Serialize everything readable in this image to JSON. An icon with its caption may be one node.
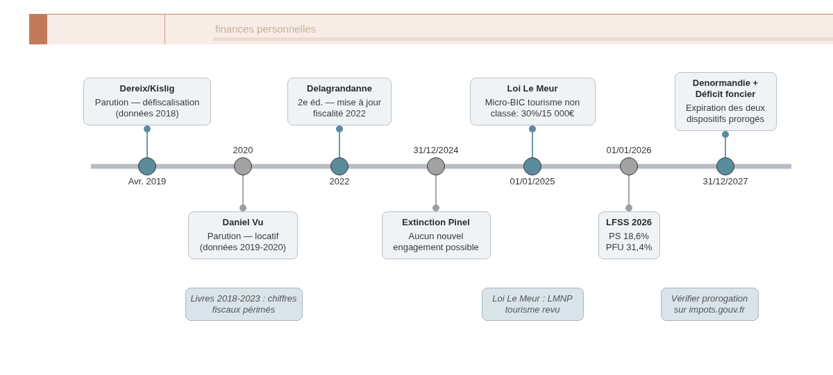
{
  "diagram": {
    "nodes": [
      {
        "text": [],
        "shape": "circle",
        "beside": [
          "Avr. 2019"
        ]
      },
      {
        "text": [
          "Dereix/Kislig",
          "Parution — défiscalisation (données 2018)"
        ]
      },
      {
        "text": [],
        "shape": "circle",
        "beside": [
          "2020"
        ]
      },
      {
        "text": [
          "Daniel Vu",
          "Parution — locatif (données 2019-2020)"
        ]
      },
      {
        "text": [],
        "shape": "circle",
        "beside": [
          "2022"
        ]
      },
      {
        "text": [
          "Delagrandanne",
          "2e éd. — mise à jour fiscalité 2022"
        ]
      },
      {
        "text": [],
        "shape": "circle",
        "beside": [
          "31/12/2024"
        ]
      },
      {
        "text": [
          "Extinction Pinel",
          "Aucun nouvel engagement possible"
        ]
      },
      {
        "text": [],
        "shape": "circle",
        "beside": [
          "01/01/2025"
        ]
      },
      {
        "text": [
          "Loi Le Meur",
          "Micro-BIC tourisme non classé: 30%/15 000€"
        ]
      },
      {
        "text": [],
        "shape": "circle",
        "beside": [
          "01/01/2026"
        ]
      },
      {
        "text": [
          "LFSS 2026",
          "PS 18,6% PFU 31,4%"
        ]
      },
      {
        "text": [],
        "shape": "circle",
        "beside": [
          "31/12/2027"
        ]
      },
      {
        "text": [
          "Denormandie + Déficit foncier",
          "Expiration des deux dispositifs prorogés"
        ]
      },
      {
        "text": [
          "Livres 2018-2023 : chiffres fiscaux périmés"
        ]
      },
      {
        "text": [
          "Loi Le Meur : LMNP tourisme revu"
        ]
      },
      {
        "text": [
          "Vérifier prorogation sur impots.gouv.fr"
        ]
      }
    ],
    "edges": [
      {
        "from": 0,
        "to": 1,
        "arrow": "other"
      },
      {
        "from": 2,
        "to": 3,
        "arrow": "other",
        "color": "#9e9e9e"
      },
      {
        "from": 4,
        "to": 5,
        "arrow": "other"
      },
      {
        "from": 6,
        "to": 7,
        "arrow": "other",
        "color": "#9e9e9e"
      },
      {
        "from": 8,
        "to": 9,
        "arrow": "other"
      },
      {
        "from": 10,
        "to": 11,
        "arrow": "other",
        "color": "#9e9e9e"
      },
      {
        "from": 12,
        "to": 13,
        "arrow": "other"
      }
    ],
    "labels": [
      "finances personnelles"
    ]
  }
}
